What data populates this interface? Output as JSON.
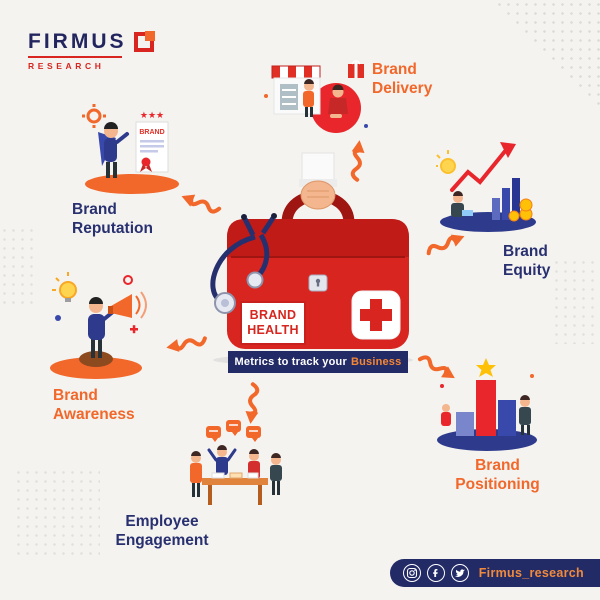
{
  "logo": {
    "name": "FIRMUS",
    "subtitle": "RESEARCH"
  },
  "center": {
    "bag_label_line1": "BRAND",
    "bag_label_line2": "HEALTH",
    "banner_text": "Metrics to track your",
    "banner_highlight": "Business"
  },
  "satellites": [
    {
      "id": "brand-delivery",
      "line1": "Brand",
      "line2": "Delivery",
      "color": "orange"
    },
    {
      "id": "brand-equity",
      "line1": "Brand",
      "line2": "Equity",
      "color": "navy"
    },
    {
      "id": "brand-positioning",
      "line1": "Brand",
      "line2": "Positioning",
      "color": "orange"
    },
    {
      "id": "employee-engagement",
      "line1": "Employee",
      "line2": "Engagement",
      "color": "navy"
    },
    {
      "id": "brand-awareness",
      "line1": "Brand",
      "line2": "Awareness",
      "color": "orange"
    },
    {
      "id": "brand-reputation",
      "line1": "Brand",
      "line2": "Reputation",
      "color": "navy",
      "doc_label": "BRAND"
    }
  ],
  "footer": {
    "handle": "Firmus_research",
    "icons": [
      "instagram-icon",
      "facebook-icon",
      "twitter-icon"
    ]
  },
  "colors": {
    "orange": "#F2672A",
    "navy": "#28306F",
    "red": "#D8251F"
  }
}
